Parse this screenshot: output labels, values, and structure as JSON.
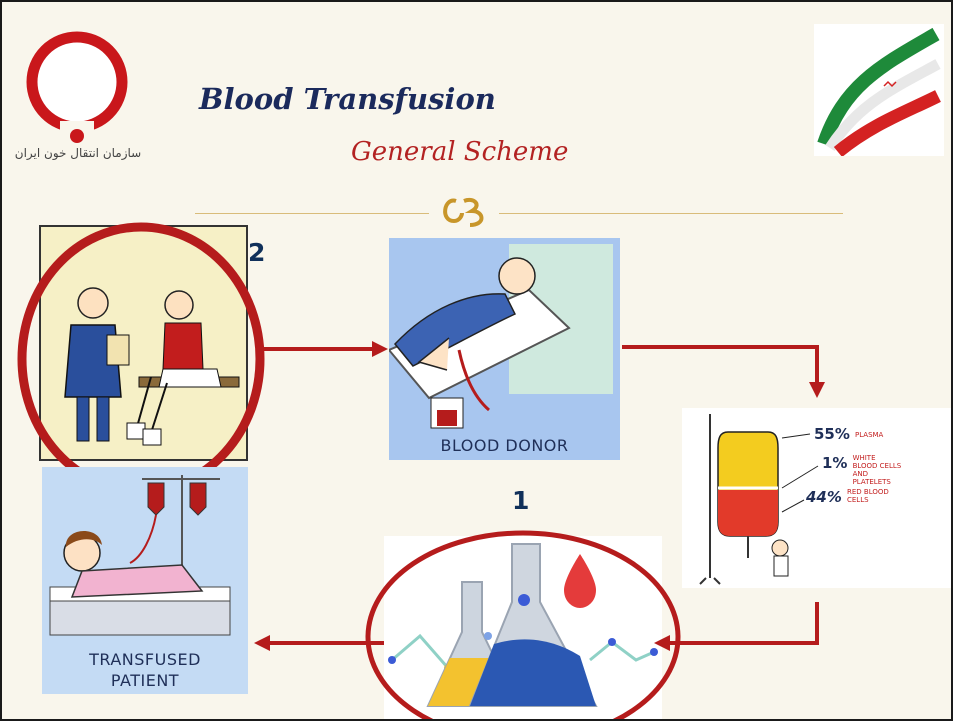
{
  "title": "Blood Transfusion",
  "subtitle": "General Scheme",
  "logo_left": {
    "caption": "سازمان انتقال خون ایران"
  },
  "panels": {
    "donor_caption": "BLOOD DONOR",
    "patient_caption_line1": "TRANSFUSED",
    "patient_caption_line2": "PATIENT"
  },
  "blood_composition": [
    {
      "percent": "55%",
      "label": "PLASMA"
    },
    {
      "percent": "1%",
      "label": "WHITE BLOOD CELLS AND PLATELETS"
    },
    {
      "percent": "44%",
      "label": "RED BLOOD CELLS"
    }
  ],
  "step_labels": {
    "step_2": "2",
    "step_1": "1"
  },
  "colors": {
    "title": "#1b2a5c",
    "subtitle": "#b32222",
    "arrow": "#b51c1c",
    "highlight_ring": "#b51c1c",
    "background": "#f9f6ec"
  }
}
